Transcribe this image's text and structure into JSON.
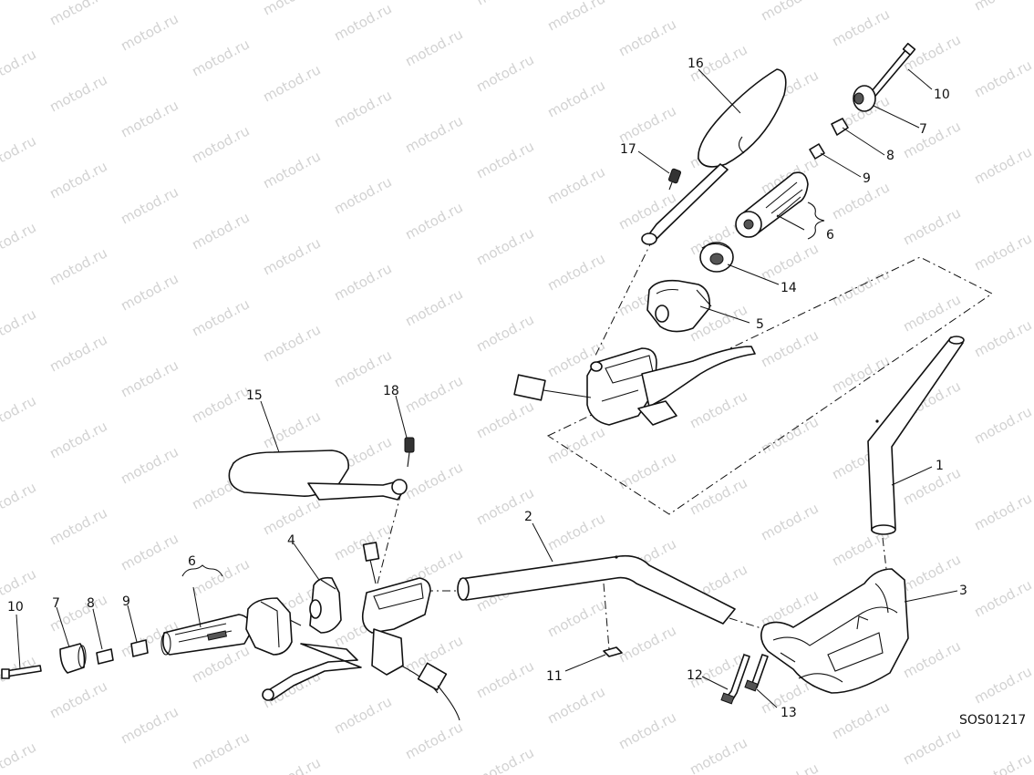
{
  "watermark": "motod.ru",
  "diagram_code": "SOS01217",
  "callouts": {
    "c1": "1",
    "c2": "2",
    "c3": "3",
    "c4": "4",
    "c5": "5",
    "c6a": "6",
    "c6b": "6",
    "c7a": "7",
    "c7b": "7",
    "c8a": "8",
    "c8b": "8",
    "c9a": "9",
    "c9b": "9",
    "c10a": "10",
    "c10b": "10",
    "c11": "11",
    "c12": "12",
    "c13": "13",
    "c14": "14",
    "c15": "15",
    "c16": "16",
    "c17": "17",
    "c18": "18"
  }
}
